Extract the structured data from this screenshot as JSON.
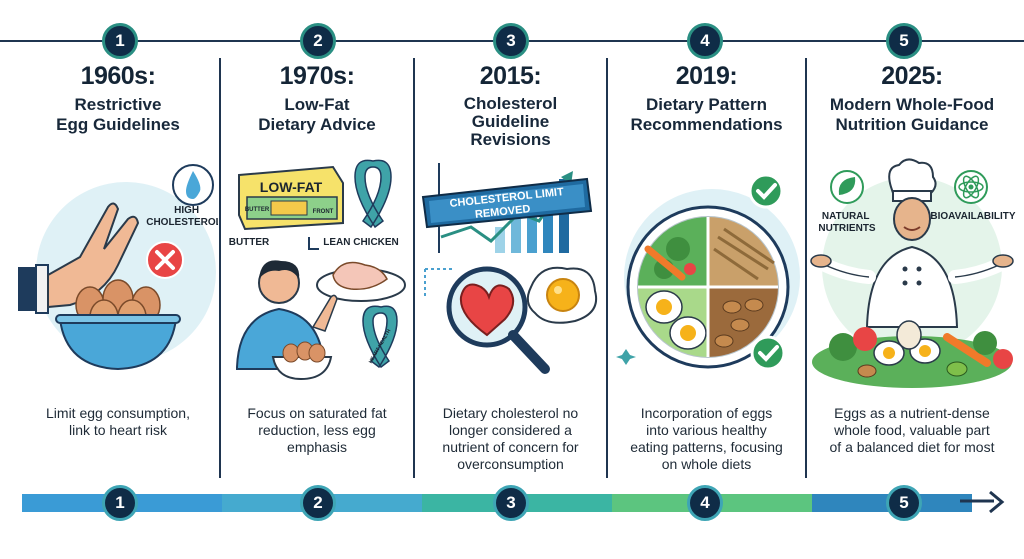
{
  "columns": [
    {
      "step": "1",
      "year": "1960s:",
      "title": "Restrictive\nEgg Guidelines",
      "description": "Limit egg consumption,\nlink to heart risk",
      "labels": {
        "badge": "HIGH\nCHOLESTEROL"
      }
    },
    {
      "step": "2",
      "year": "1970s:",
      "title": "Low-Fat\nDietary Advice",
      "description": "Focus on saturated fat\nreduction, less egg\nemphasis",
      "labels": {
        "box": "LOW-FAT",
        "box_small_left": "BUTTER",
        "box_small_right": "FRONT",
        "butter": "BUTTER",
        "chicken": "LEAN CHICKEN",
        "ribbon": "HEART HEALTH"
      }
    },
    {
      "step": "3",
      "year": "2015:",
      "title": "Cholesterol\nGuideline\nRevisions",
      "description": "Dietary cholesterol no\nlonger considered a\nnutrient of concern for\noverconsumption",
      "labels": {
        "banner_line1": "CHOLESTEROL LIMIT",
        "banner_line2": "REMOVED"
      }
    },
    {
      "step": "4",
      "year": "2019:",
      "title": "Dietary Pattern\nRecommendations",
      "description": "Incorporation of eggs\ninto various healthy\neating patterns, focusing\non whole diets",
      "labels": {}
    },
    {
      "step": "5",
      "year": "2025:",
      "title": "Modern Whole-Food\nNutrition Guidance",
      "description": "Eggs as a nutrient-dense\nwhole food, valuable part\nof a balanced diet for most",
      "labels": {
        "left": "NATURAL\nNUTRIENTS",
        "right": "BIOAVAILABILITY"
      }
    }
  ],
  "colors": {
    "navy": "#0f2c47",
    "teal": "#2a8f83",
    "bar_blue": "#3a9bd6",
    "bar_teal": "#3bb5a3",
    "bar_green": "#5cc57f",
    "egg": "#d99366",
    "bg_circle": "#dff1f6"
  }
}
